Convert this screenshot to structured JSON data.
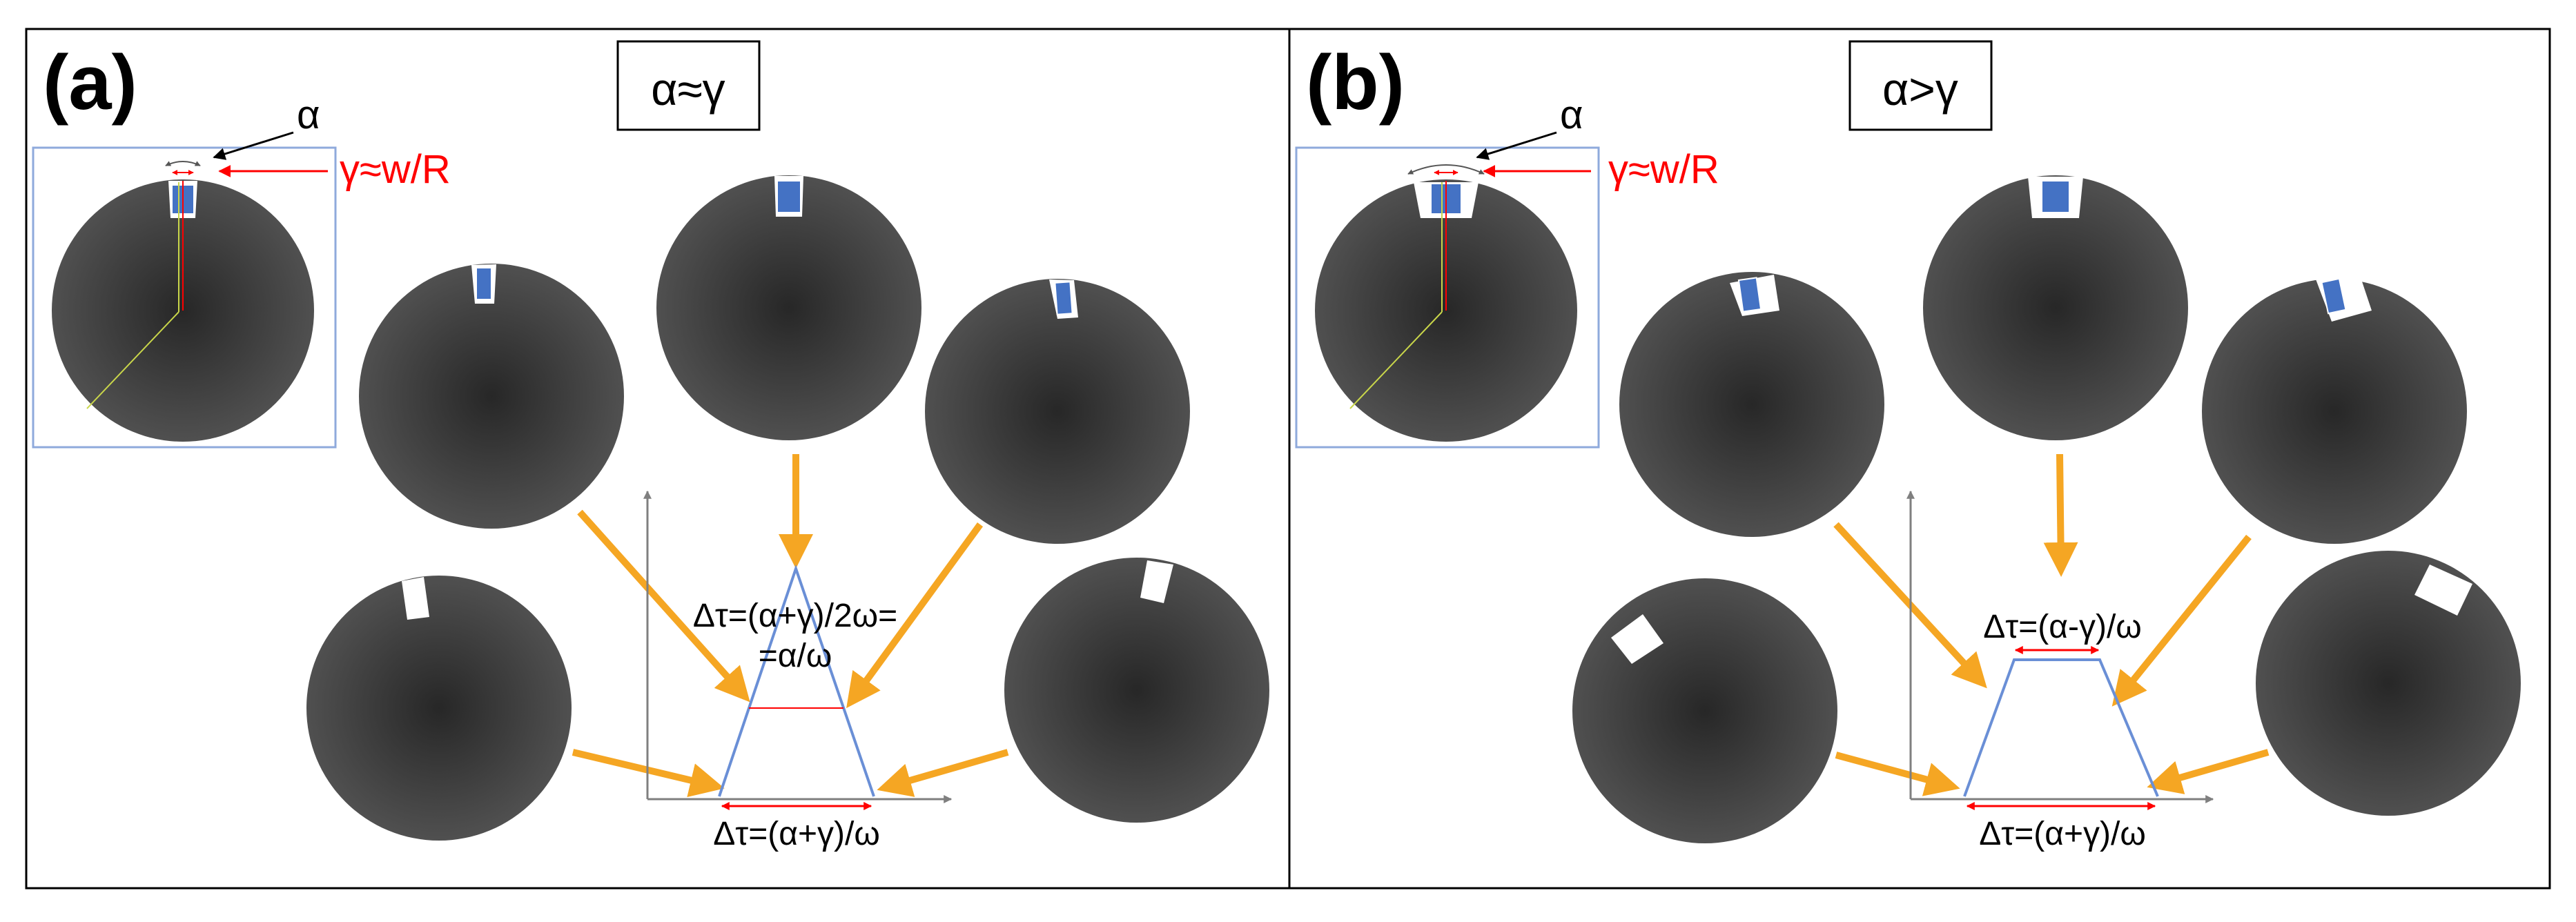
{
  "panels": {
    "a": {
      "label": "(a)",
      "condition": "α≈γ",
      "alpha_label": "α",
      "gamma_label": "γ≈w/R",
      "plateau_label_line1": "Δτ=(α+γ)/2ω=",
      "plateau_label_line2": "=α/ω",
      "base_label": "Δτ=(α+γ)/ω"
    },
    "b": {
      "label": "(b)",
      "condition": "α>γ",
      "alpha_label": "α",
      "gamma_label": "γ≈w/R",
      "plateau_label": "Δτ=(α-γ)/ω",
      "base_label": "Δτ=(α+γ)/ω"
    }
  },
  "colors": {
    "disk_center": "#2a2a2a",
    "disk_edge": "#4e4e4e",
    "detector_blue": "#4472c4",
    "arrow_orange": "#f5a623",
    "arrow_yellow": "#ffd966",
    "plot_line_blue": "#6a8fd6",
    "measure_red": "#ff0000",
    "inset_border": "#8faadc",
    "gamma_text": "#ff0000"
  }
}
